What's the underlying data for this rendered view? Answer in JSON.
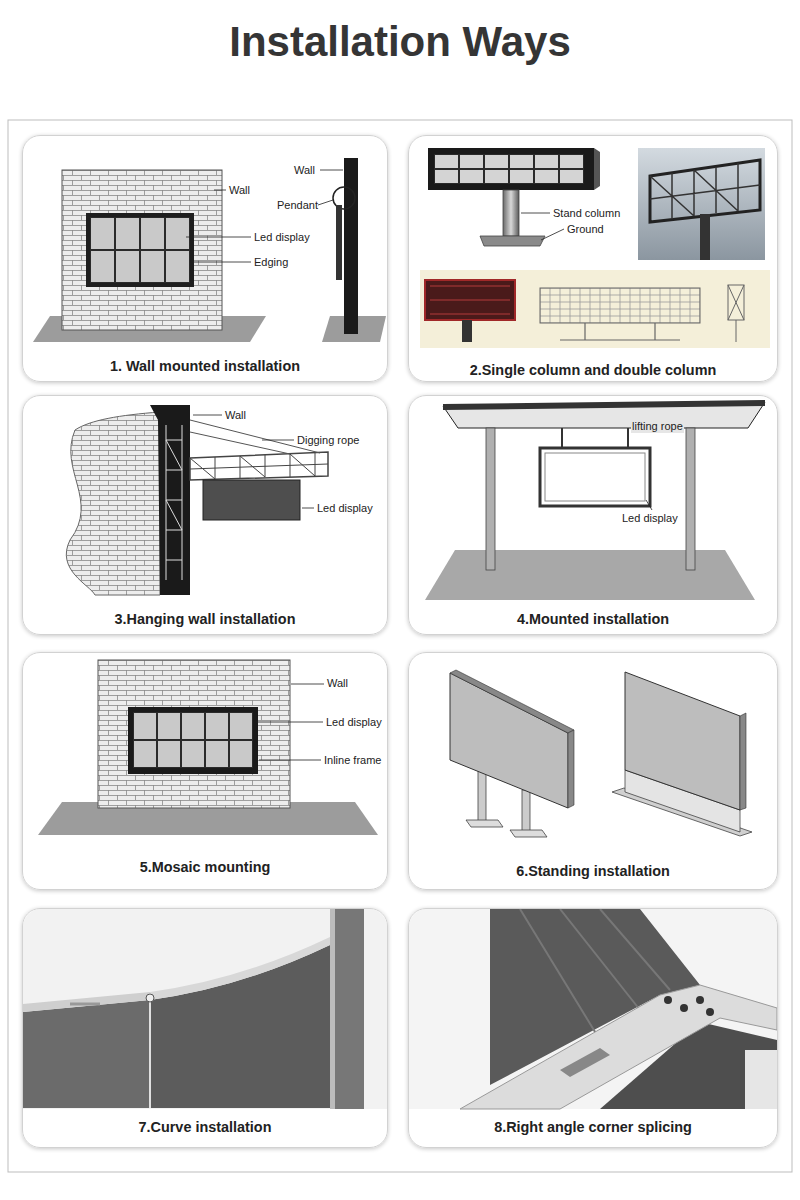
{
  "diagram": {
    "title": "Installation Ways",
    "nodes": [
      {
        "text": [
          "1. Wall mounted installation"
        ]
      },
      {
        "text": [
          "2.Single column and double column"
        ]
      },
      {
        "text": [
          "3.Hanging wall installation"
        ]
      },
      {
        "text": [
          "4.Mounted installation"
        ]
      },
      {
        "text": [
          "5.Mosaic mounting"
        ]
      },
      {
        "text": [
          "6.Standing installation"
        ]
      },
      {
        "text": [
          "7.Curve installation"
        ]
      },
      {
        "text": [
          "8.Right angle corner splicing"
        ]
      }
    ],
    "labels": [
      "Wall",
      "Wall",
      "Pendant",
      "Led display",
      "Edging",
      "Stand column",
      "Ground",
      "Wall",
      "Digging rope",
      "Led display",
      "lifting rope",
      "Led display",
      "Wall",
      "Led display",
      "Inline frame"
    ]
  }
}
